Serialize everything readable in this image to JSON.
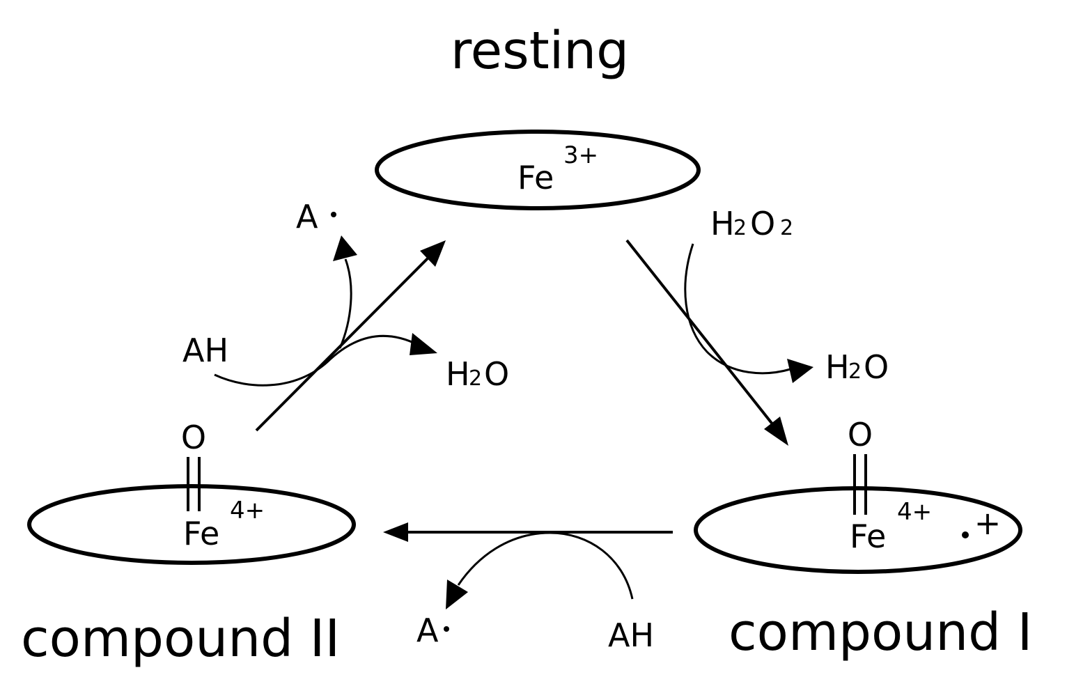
{
  "states": {
    "resting": {
      "label": "resting",
      "metal": "Fe",
      "charge": "3+"
    },
    "compound_1": {
      "label": "compound I",
      "metal": "Fe",
      "charge": "4+",
      "oxo": "O",
      "radical": "+"
    },
    "compound_2": {
      "label": "compound II",
      "metal": "Fe",
      "charge": "4+",
      "oxo": "O"
    }
  },
  "species": {
    "h2o2": {
      "h": "H",
      "two_a": "2",
      "o": "O",
      "two_b": "2"
    },
    "h2o_right": {
      "h": "H",
      "two": "2",
      "o": "O"
    },
    "h2o_left": {
      "h": "H",
      "two": "2",
      "o": "O"
    },
    "ah_left": "AH",
    "ah_bottom": "AH",
    "a_radical_top": "A",
    "a_radical_bottom": "A"
  }
}
